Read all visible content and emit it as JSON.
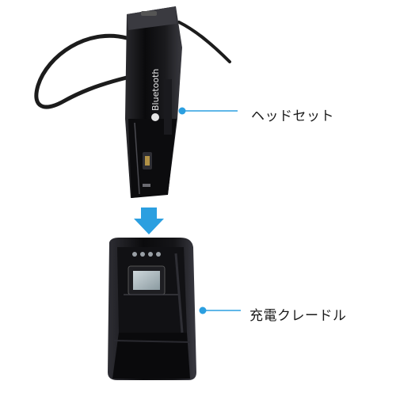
{
  "labels": {
    "headset": "ヘッドセット",
    "cradle": "充電クレードル"
  },
  "device": {
    "brand_text": "Bluetooth"
  },
  "colors": {
    "accent": "#2b9fe0",
    "device_body": "#0d0d0f",
    "cable": "#202020"
  },
  "icons": {
    "arrow": "down-arrow-icon",
    "callout_dot": "callout-dot-icon",
    "bluetooth": "bluetooth-icon"
  }
}
